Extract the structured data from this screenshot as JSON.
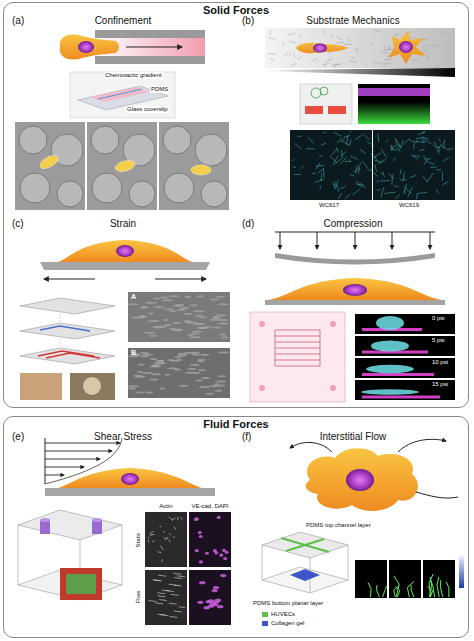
{
  "diagram": {
    "nodes": [
      {
        "text": [
          "Solid Forces"
        ]
      },
      {
        "text": [
          "(a)",
          "Confinement"
        ],
        "in": 0
      },
      {
        "text": [
          "(b)",
          "Substrate Mechanics"
        ],
        "in": 0
      },
      {
        "text": [
          "(c)",
          "Strain"
        ],
        "in": 0
      },
      {
        "text": [
          "(d)",
          "Compression"
        ],
        "in": 0
      },
      {
        "text": [
          "Fluid Forces"
        ]
      },
      {
        "text": [
          "(e)",
          "Shear Stress"
        ],
        "in": 5
      },
      {
        "text": [
          "(f)",
          "Interstitial Flow"
        ],
        "in": 5
      }
    ],
    "labels": [
      "Chemotactic gradient",
      "PDMS",
      "Glass coverslip",
      "WC617",
      "WC619",
      "A",
      "B",
      "0 psi",
      "5 psi",
      "10 psi",
      "15 psi",
      "Actin",
      "VE-cad, DAPI",
      "Static",
      "Flow",
      "PDMS top channel layer",
      "PDMS bottom planar layer"
    ],
    "legend": [
      {
        "text": "HUVECs",
        "color": "#5cc04a"
      },
      {
        "text": "Collagen gel",
        "color": "#3a56c8"
      }
    ]
  }
}
